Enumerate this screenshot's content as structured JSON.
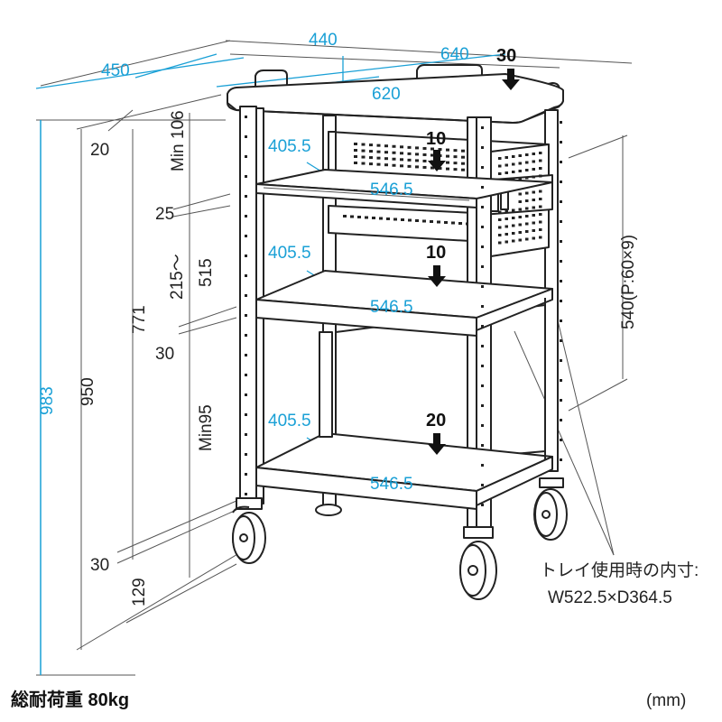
{
  "dims": {
    "depth_outer": "450",
    "depth_inner": "440",
    "width_outer": "640",
    "width_top": "620",
    "top_load": "30",
    "height_total": "983",
    "height_950": "950",
    "height_771": "771",
    "top_thickness": "20",
    "min_106": "Min 106",
    "shelf_thickness": "25",
    "range_215": "215～",
    "range_515": "515",
    "shelf_thickness_30": "30",
    "min95": "Min95",
    "bottom_30": "30",
    "bottom_129": "129",
    "pitch": "540(P:60×9)"
  },
  "shelves": [
    {
      "depth": "405.5",
      "width": "546.5",
      "load": "10"
    },
    {
      "depth": "405.5",
      "width": "546.5",
      "load": "10"
    },
    {
      "depth": "405.5",
      "width": "546.5",
      "load": "20"
    }
  ],
  "tray_note": {
    "line1": "トレイ使用時の内寸:",
    "line2": "W522.5×D364.5"
  },
  "footer": {
    "total_load": "総耐荷重 80kg",
    "unit": "(mm)"
  },
  "colors": {
    "dimension_blue": "#1aa0d6",
    "outline": "#222222"
  }
}
